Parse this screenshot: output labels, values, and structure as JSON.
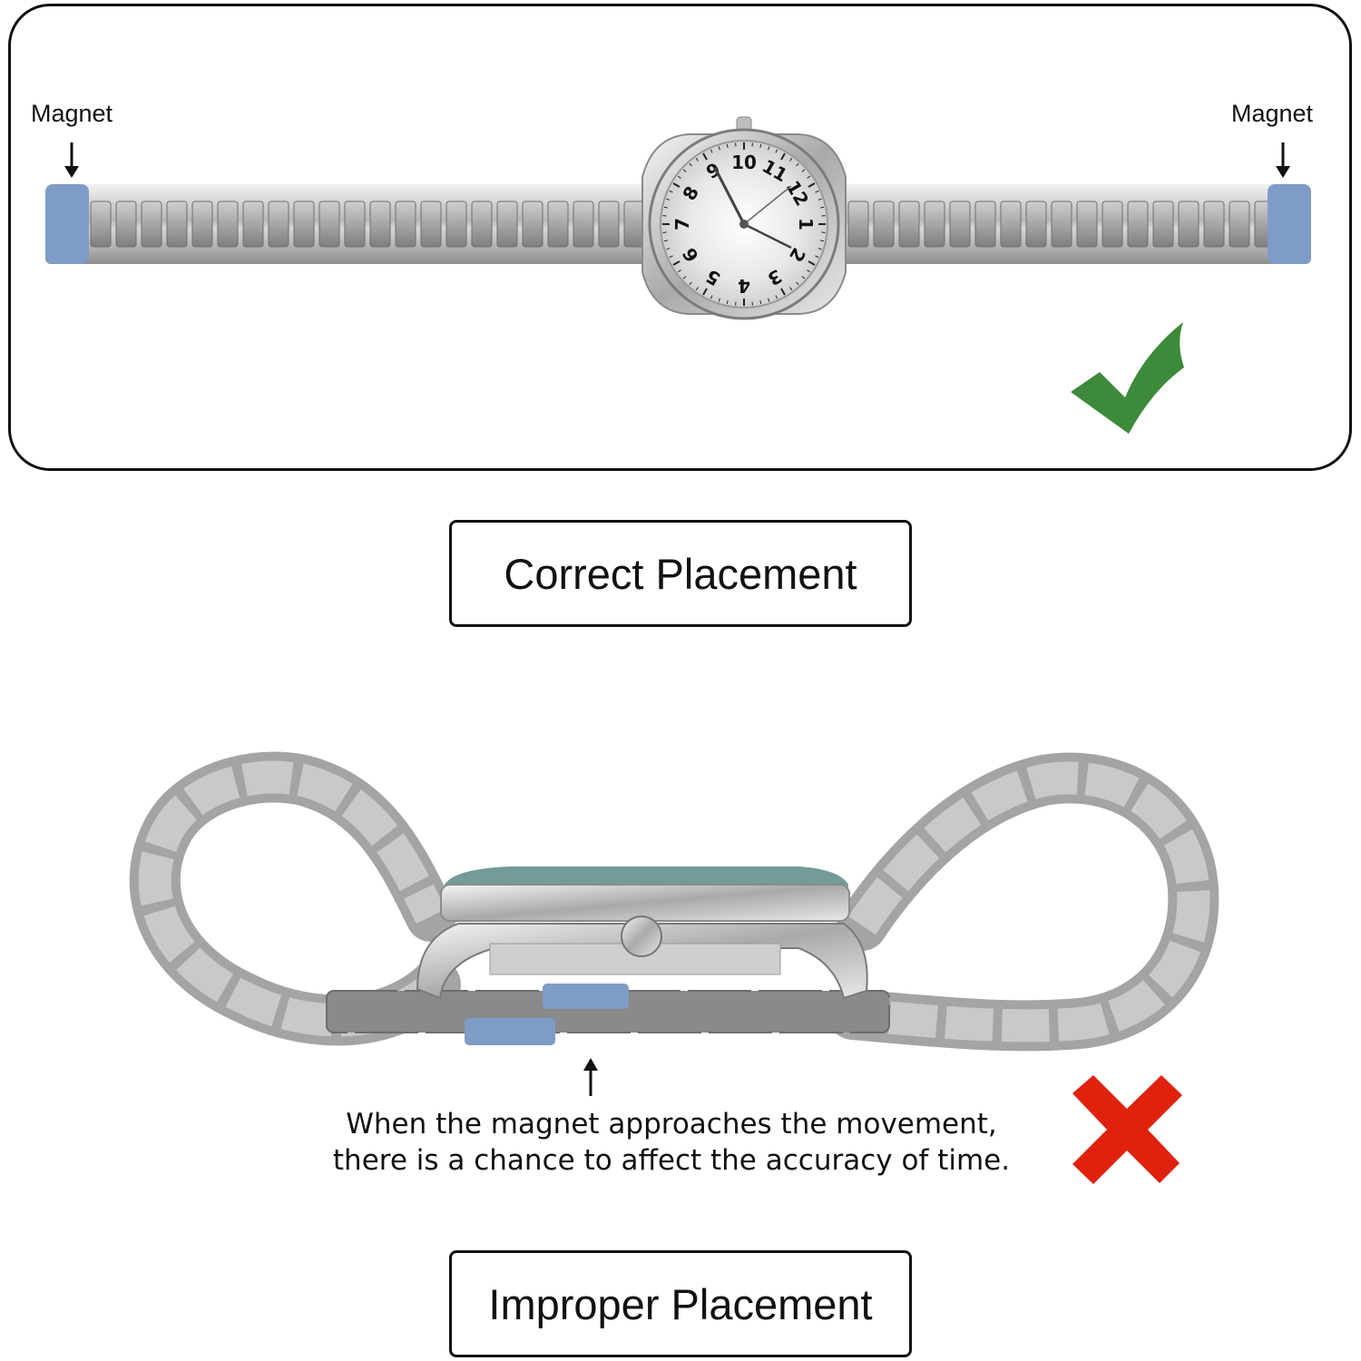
{
  "correct": {
    "magnet_left": "Magnet",
    "magnet_right": "Magnet",
    "label": "Correct Placement",
    "check_color": "#3d8a3a",
    "magnet_color": "#7f9cc6",
    "dial_numbers": [
      "12",
      "1",
      "2",
      "3",
      "4",
      "5",
      "6",
      "7",
      "8",
      "9",
      "10",
      "11"
    ]
  },
  "improper": {
    "warning_line_1": "When the magnet approaches the movement,",
    "warning_line_2": "there is a chance to affect the accuracy of time.",
    "label": "Improper Placement",
    "cross_color": "#e0210e",
    "magnet_color": "#7f9cc6"
  }
}
